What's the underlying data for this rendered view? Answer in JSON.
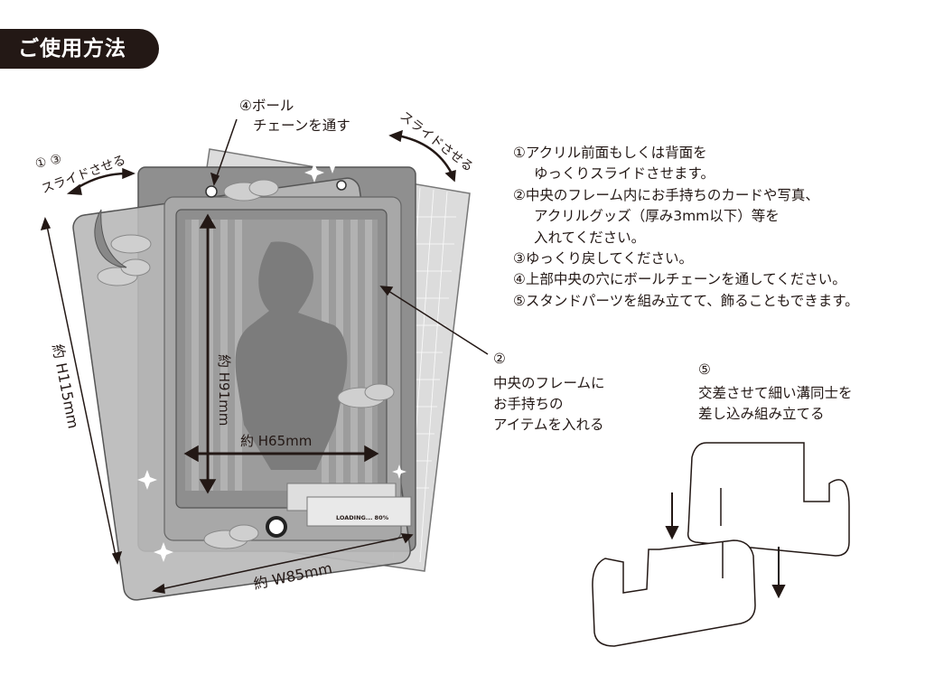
{
  "title": "ご使用方法",
  "steps": [
    "①アクリル前面もしくは背面を",
    "ゆっくりスライドさせます。",
    "②中央のフレーム内にお手持ちのカードや写真、",
    "アクリルグッズ（厚み3mm以下）等を",
    "入れてください。",
    "③ゆっくり戻してください。",
    "④上部中央の穴にボールチェーンを通してください。",
    "⑤スタンドパーツを組み立てて、飾ることもできます。"
  ],
  "callouts": {
    "ballchain_1": "④ボール",
    "ballchain_2": "チェーンを通す",
    "slide_left_nums": "①  ③",
    "slide_left": "スライドさせる",
    "slide_right": "スライドさせる",
    "frame_num": "②",
    "frame_1": "中央のフレームに",
    "frame_2": "お手持ちの",
    "frame_3": "アイテムを入れる",
    "stand_num": "⑤",
    "stand_1": "交差させて細い溝同士を",
    "stand_2": "差し込み組み立てる"
  },
  "dimensions": {
    "height_outer": "約 H115mm",
    "width_outer": "約 W85mm",
    "height_inner": "約 H91mm",
    "width_inner": "約 H65mm"
  },
  "ui_badge": "LOADING... 80%",
  "colors": {
    "ink": "#231815",
    "panel_back": "#d9d9d9",
    "panel_mid": "#8f8f8f",
    "panel_front": "#b3b3b3",
    "frame": "#9a9a9a"
  }
}
